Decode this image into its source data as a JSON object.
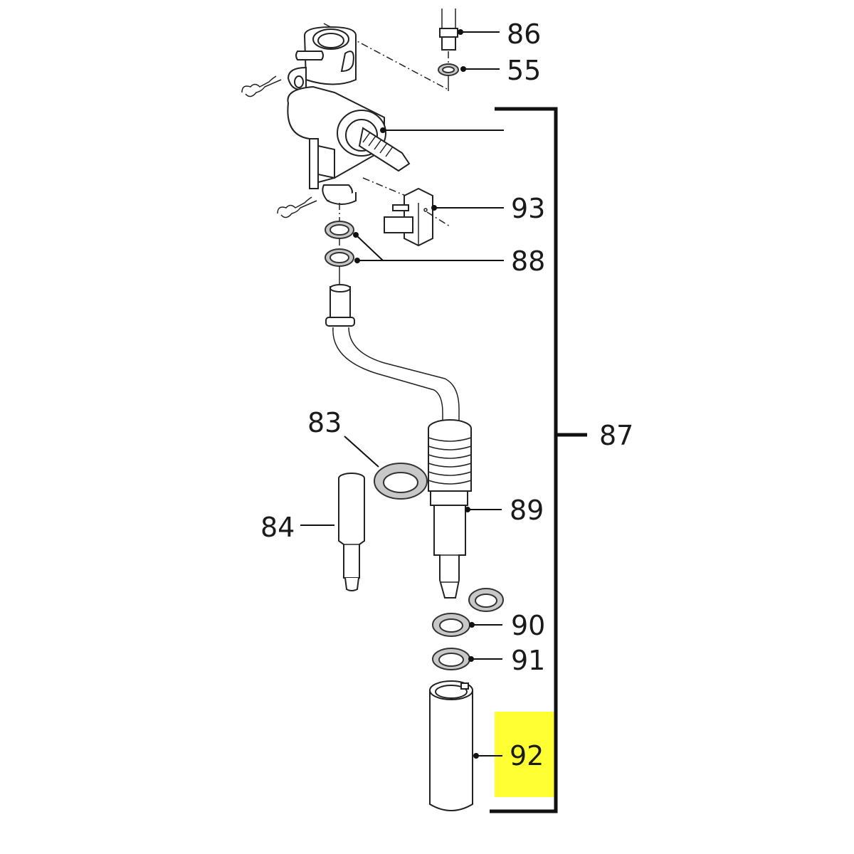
{
  "diagram": {
    "type": "exploded-parts-diagram",
    "highlight_color": "#ffff33",
    "parts": [
      {
        "id": "86",
        "label": "86"
      },
      {
        "id": "55",
        "label": "55"
      },
      {
        "id": "93",
        "label": "93"
      },
      {
        "id": "88",
        "label": "88"
      },
      {
        "id": "87",
        "label": "87"
      },
      {
        "id": "83",
        "label": "83"
      },
      {
        "id": "84",
        "label": "84"
      },
      {
        "id": "89",
        "label": "89"
      },
      {
        "id": "90",
        "label": "90"
      },
      {
        "id": "91",
        "label": "91"
      },
      {
        "id": "92",
        "label": "92",
        "highlighted": true
      }
    ]
  }
}
